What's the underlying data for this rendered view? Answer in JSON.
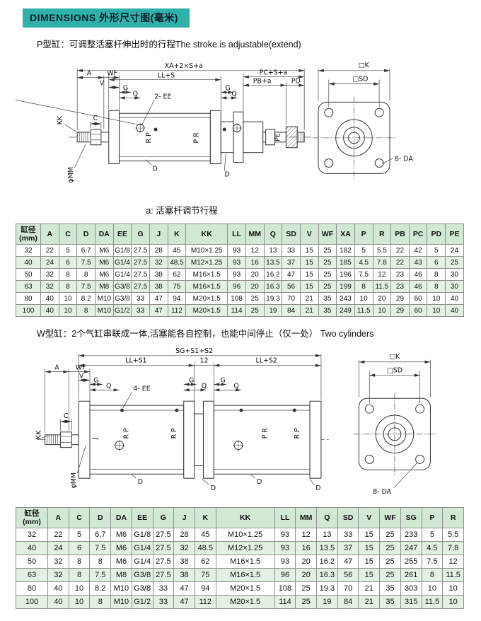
{
  "colors": {
    "accent": "#2fb0a8",
    "table_header_bg": "#d2e8d2",
    "table_stripe_bg": "#e2f1e2",
    "line": "#333333"
  },
  "header": {
    "title": "DIMENSIONS 外形尺寸图(毫米)"
  },
  "p_section": {
    "note": "P型缸：可调整活塞杆伸出时的行程The stroke is adjustable(extend)",
    "caption": "a: 活塞杆调节行程"
  },
  "w_section": {
    "note": "W型缸：2个气缸串联成一体,活塞能各自控制，也能中间停止（仅一处） Two cylinders"
  },
  "p_drawing": {
    "dim_xa": "XA+2×S+a",
    "dim_ll": "LL+S",
    "dim_pc": "PC+S+a",
    "dim_pb": "PB+a",
    "dim_pd": "PD",
    "dim_a": "A",
    "dim_wf": "WF",
    "dim_v": "V",
    "dim_g_left": "G",
    "dim_q_left": "Q",
    "label_ee": "2- EE",
    "dim_g_right": "G",
    "dim_q_right": "Q",
    "dim_c": "C",
    "dim_kk": "KK",
    "port_rp": "R P",
    "port_pr": "P R",
    "dim_pe": "PE",
    "dim_d1": "D",
    "dim_d2": "D",
    "dim_mm": "φMM",
    "dim_k": "□K",
    "dim_sd": "□SD",
    "label_da": "8- DA"
  },
  "w_drawing": {
    "dim_sg": "SG+S1+S2",
    "dim_ll1": "LL+S1",
    "dim_12": "12",
    "dim_ll2": "LL+S2",
    "dim_a": "A",
    "dim_wf": "WF",
    "dim_v": "V",
    "dim_g1": "G",
    "dim_q1": "Q",
    "label_ee": "4- EE",
    "dim_g2": "G",
    "dim_q2": "Q",
    "dim_g3": "G",
    "dim_q3": "Q",
    "dim_c": "C",
    "dim_kk": "KK",
    "dim_j": "J",
    "port_rp1": "R P",
    "port_rp2": "R P",
    "port_pr1": "P R",
    "port_rp3": "R P",
    "dim_d1": "D",
    "dim_d2": "D",
    "dim_d3": "D",
    "dim_d4": "D",
    "dim_mm": "φMM",
    "dim_k": "□K",
    "dim_sd": "□SD",
    "label_da": "8- DA"
  },
  "table1": {
    "headers": [
      "缸径\n(mm)",
      "A",
      "C",
      "D",
      "DA",
      "EE",
      "G",
      "J",
      "K",
      "KK",
      "LL",
      "MM",
      "Q",
      "SD",
      "V",
      "WF",
      "XA",
      "P",
      "R",
      "PB",
      "PC",
      "PD",
      "PE"
    ],
    "rows": [
      [
        "32",
        "22",
        "5",
        "6.7",
        "M6",
        "G1/8",
        "27.5",
        "28",
        "45",
        "M10×1.25",
        "93",
        "12",
        "13",
        "33",
        "15",
        "25",
        "182",
        "5",
        "5.5",
        "22",
        "42",
        "5",
        "24"
      ],
      [
        "40",
        "24",
        "6",
        "7.5",
        "M6",
        "G1/4",
        "27.5",
        "32",
        "48.5",
        "M12×1.25",
        "93",
        "16",
        "13.5",
        "37",
        "15",
        "25",
        "185",
        "4.5",
        "7.8",
        "22",
        "43",
        "6",
        "25"
      ],
      [
        "50",
        "32",
        "8",
        "8",
        "M6",
        "G1/4",
        "27.5",
        "38",
        "62",
        "M16×1.5",
        "93",
        "20",
        "16.2",
        "47",
        "15",
        "25",
        "196",
        "7.5",
        "12",
        "23",
        "46",
        "8",
        "30"
      ],
      [
        "63",
        "32",
        "8",
        "7.5",
        "M8",
        "G3/8",
        "27.5",
        "38",
        "75",
        "M16×1.5",
        "96",
        "20",
        "16.3",
        "56",
        "15",
        "25",
        "199",
        "8",
        "11.5",
        "23",
        "46",
        "8",
        "30"
      ],
      [
        "80",
        "40",
        "10",
        "8.2",
        "M10",
        "G3/8",
        "33",
        "47",
        "94",
        "M20×1.5",
        "108",
        "25",
        "19.3",
        "70",
        "21",
        "35",
        "243",
        "10",
        "20",
        "29",
        "60",
        "10",
        "40"
      ],
      [
        "100",
        "40",
        "10",
        "8",
        "M10",
        "G1/2",
        "33",
        "47",
        "112",
        "M20×1.5",
        "114",
        "25",
        "19",
        "84",
        "21",
        "35",
        "249",
        "11.5",
        "10",
        "29",
        "60",
        "10",
        "40"
      ]
    ]
  },
  "table2": {
    "headers": [
      "缸径\n(mm)",
      "A",
      "C",
      "D",
      "DA",
      "EE",
      "G",
      "J",
      "K",
      "KK",
      "LL",
      "MM",
      "Q",
      "SD",
      "V",
      "WF",
      "SG",
      "P",
      "R"
    ],
    "rows": [
      [
        "32",
        "22",
        "5",
        "6.7",
        "M6",
        "G1/8",
        "27.5",
        "28",
        "45",
        "M10×1.25",
        "93",
        "12",
        "13",
        "33",
        "15",
        "25",
        "233",
        "5",
        "5.5"
      ],
      [
        "40",
        "24",
        "6",
        "7.5",
        "M6",
        "G1/4",
        "27.5",
        "32",
        "48.5",
        "M12×1.25",
        "93",
        "16",
        "13.5",
        "37",
        "15",
        "25",
        "247",
        "4.5",
        "7.8"
      ],
      [
        "50",
        "32",
        "8",
        "8",
        "M6",
        "G1/4",
        "27.5",
        "38",
        "62",
        "M16×1.5",
        "93",
        "20",
        "16.2",
        "47",
        "15",
        "25",
        "255",
        "7.5",
        "12"
      ],
      [
        "63",
        "32",
        "8",
        "7.5",
        "M8",
        "G3/8",
        "27.5",
        "38",
        "75",
        "M16×1.5",
        "96",
        "20",
        "16.3",
        "56",
        "15",
        "25",
        "261",
        "8",
        "11.5"
      ],
      [
        "80",
        "40",
        "10",
        "8.2",
        "M10",
        "G3/8",
        "33",
        "47",
        "94",
        "M20×1.5",
        "108",
        "25",
        "19.3",
        "70",
        "21",
        "35",
        "303",
        "10",
        "10"
      ],
      [
        "100",
        "40",
        "10",
        "8",
        "M10",
        "G1/2",
        "33",
        "47",
        "112",
        "M20×1.5",
        "114",
        "25",
        "19",
        "84",
        "21",
        "35",
        "315",
        "11.5",
        "10"
      ]
    ]
  }
}
